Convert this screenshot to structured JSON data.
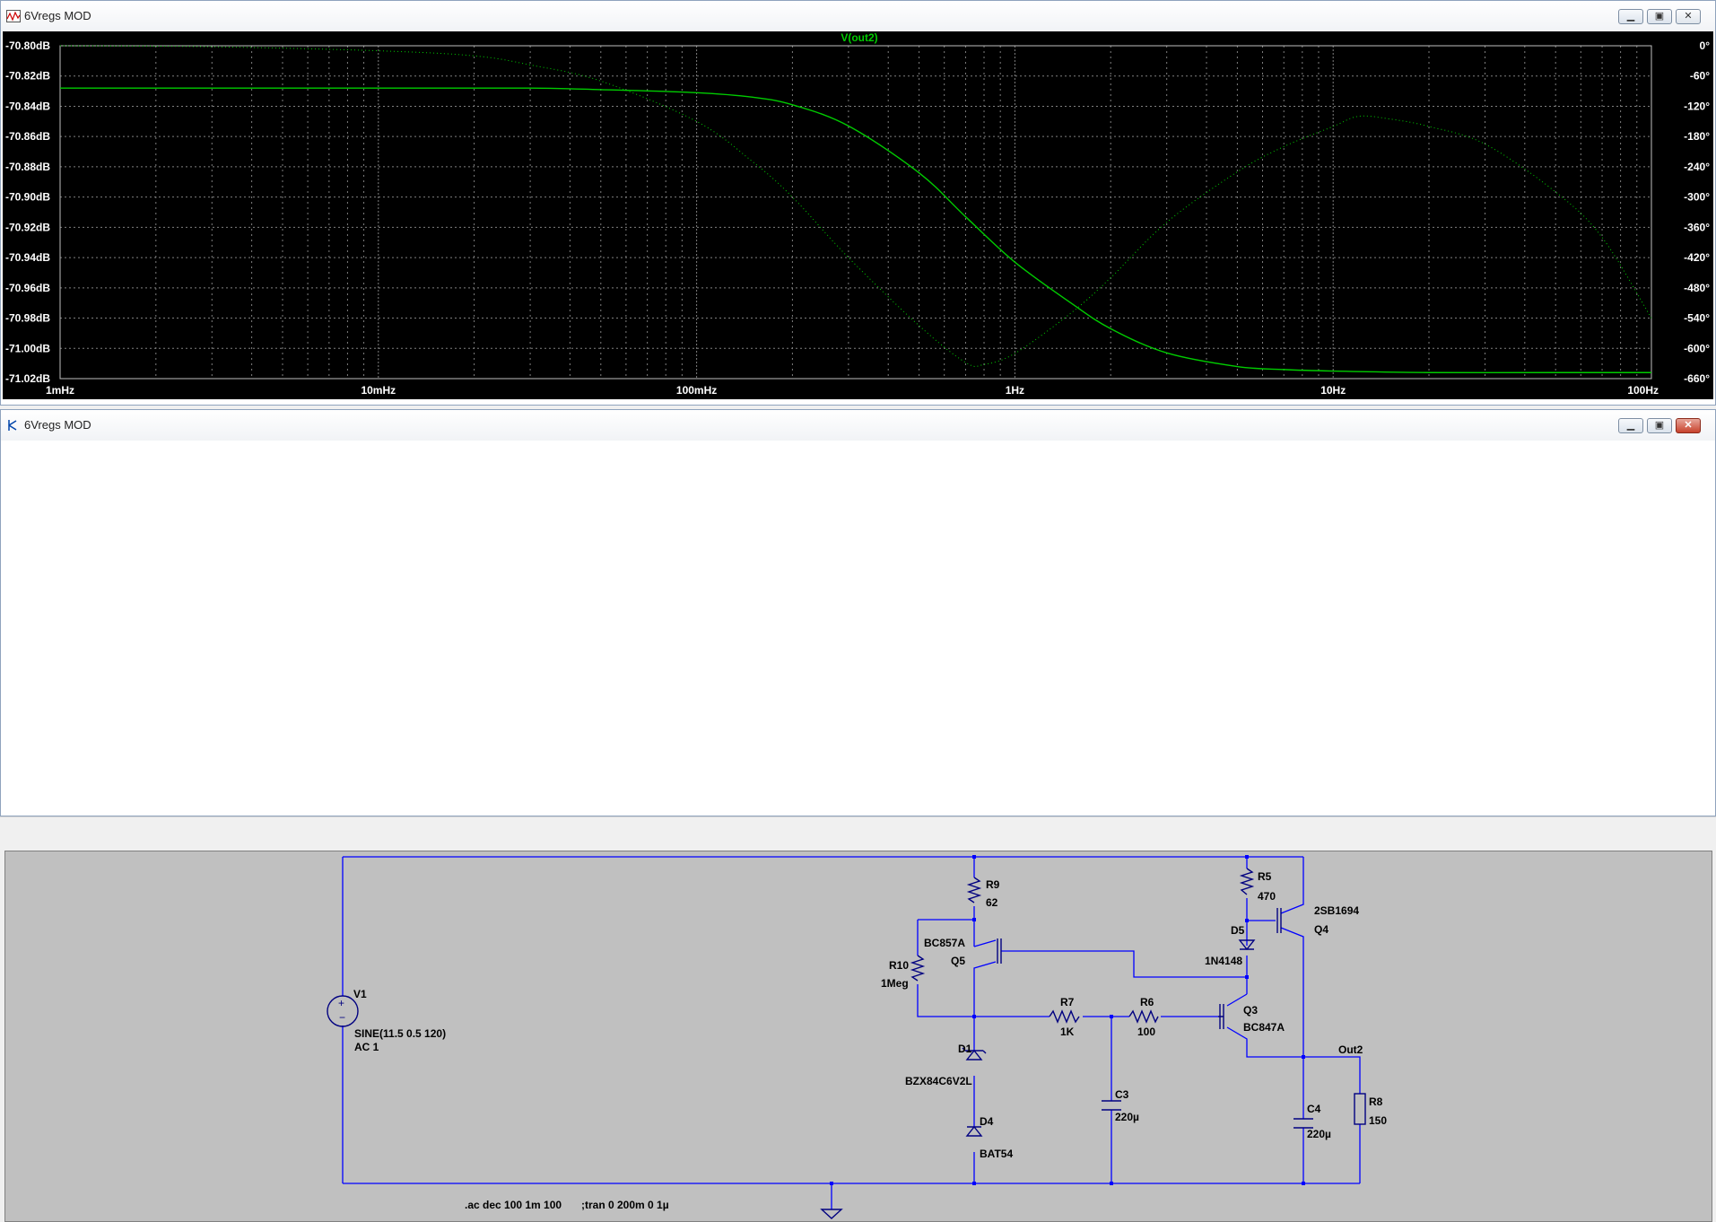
{
  "plot_window": {
    "title": "6Vregs MOD",
    "buttons": [
      "minimize",
      "restore",
      "close"
    ]
  },
  "schematic_window": {
    "title": "6Vregs MOD",
    "buttons": [
      "minimize",
      "restore",
      "close"
    ]
  },
  "colors": {
    "trace": "#00cc00",
    "grid": "#7f7f7f",
    "plot_bg": "#000000",
    "schematic_bg": "#c0c0c0",
    "wire": "#0000ff",
    "axis_text": "#ffffff"
  },
  "chart_data": {
    "type": "line",
    "title": "V(out2)",
    "x_scale": "log",
    "xlim_hz": [
      0.001,
      100
    ],
    "x_ticks": [
      "1mHz",
      "10mHz",
      "100mHz",
      "1Hz",
      "10Hz",
      "100Hz"
    ],
    "y_left_ticks": [
      "-70.80dB",
      "-70.82dB",
      "-70.84dB",
      "-70.86dB",
      "-70.88dB",
      "-70.90dB",
      "-70.92dB",
      "-70.94dB",
      "-70.96dB",
      "-70.98dB",
      "-71.00dB",
      "-71.02dB"
    ],
    "y_right_ticks": [
      "0°",
      "-60°",
      "-120°",
      "-180°",
      "-240°",
      "-300°",
      "-360°",
      "-420°",
      "-480°",
      "-540°",
      "-600°",
      "-660°"
    ],
    "ylim_db": [
      -71.02,
      -70.8
    ],
    "ylim_deg": [
      -660,
      0
    ],
    "grid": true,
    "series": [
      {
        "name": "magnitude",
        "style": "solid",
        "x": [
          0.001,
          0.003,
          0.01,
          0.03,
          0.05,
          0.1,
          0.15,
          0.2,
          0.3,
          0.5,
          0.7,
          1,
          1.5,
          2,
          3,
          5,
          7,
          10,
          20,
          50,
          100
        ],
        "y": [
          -70.828,
          -70.828,
          -70.828,
          -70.828,
          -70.829,
          -70.831,
          -70.834,
          -70.839,
          -70.853,
          -70.884,
          -70.913,
          -70.943,
          -70.97,
          -70.987,
          -71.003,
          -71.012,
          -71.014,
          -71.015,
          -71.016,
          -71.016,
          -71.016
        ]
      },
      {
        "name": "phase",
        "style": "dotted",
        "x": [
          0.001,
          0.003,
          0.01,
          0.02,
          0.03,
          0.05,
          0.1,
          0.15,
          0.2,
          0.3,
          0.5,
          0.7,
          0.8,
          1,
          1.5,
          2,
          3,
          5,
          7,
          10,
          12,
          15,
          20,
          30,
          50,
          70,
          100
        ],
        "y": [
          0,
          -2,
          -10,
          -20,
          -38,
          -70,
          -150,
          -230,
          -300,
          -420,
          -555,
          -628,
          -632,
          -610,
          -530,
          -460,
          -350,
          -250,
          -200,
          -160,
          -140,
          -145,
          -160,
          -195,
          -290,
          -380,
          -540
        ]
      }
    ]
  },
  "schematic": {
    "components": {
      "V1": {
        "name": "V1",
        "value": "SINE(11.5 0.5 120)",
        "extra": "AC 1"
      },
      "R9": {
        "name": "R9",
        "value": "62"
      },
      "R10": {
        "name": "R10",
        "value": "1Meg"
      },
      "Q5": {
        "name": "Q5",
        "model": "BC857A"
      },
      "R7": {
        "name": "R7",
        "value": "1K"
      },
      "R6": {
        "name": "R6",
        "value": "100"
      },
      "D1": {
        "name": "D1",
        "model": "BZX84C6V2L"
      },
      "D4": {
        "name": "D4",
        "model": "BAT54"
      },
      "C3": {
        "name": "C3",
        "value": "220µ"
      },
      "R5": {
        "name": "R5",
        "value": "470"
      },
      "D5": {
        "name": "D5",
        "model": "1N4148"
      },
      "Q4": {
        "name": "Q4",
        "model": "2SB1694"
      },
      "Q3": {
        "name": "Q3",
        "model": "BC847A"
      },
      "C4": {
        "name": "C4",
        "value": "220µ"
      },
      "R8": {
        "name": "R8",
        "value": "150"
      }
    },
    "net_label": "Out2",
    "directive_ac": ".ac dec 100 1m 100",
    "directive_tran": ";tran 0 200m 0 1µ"
  }
}
